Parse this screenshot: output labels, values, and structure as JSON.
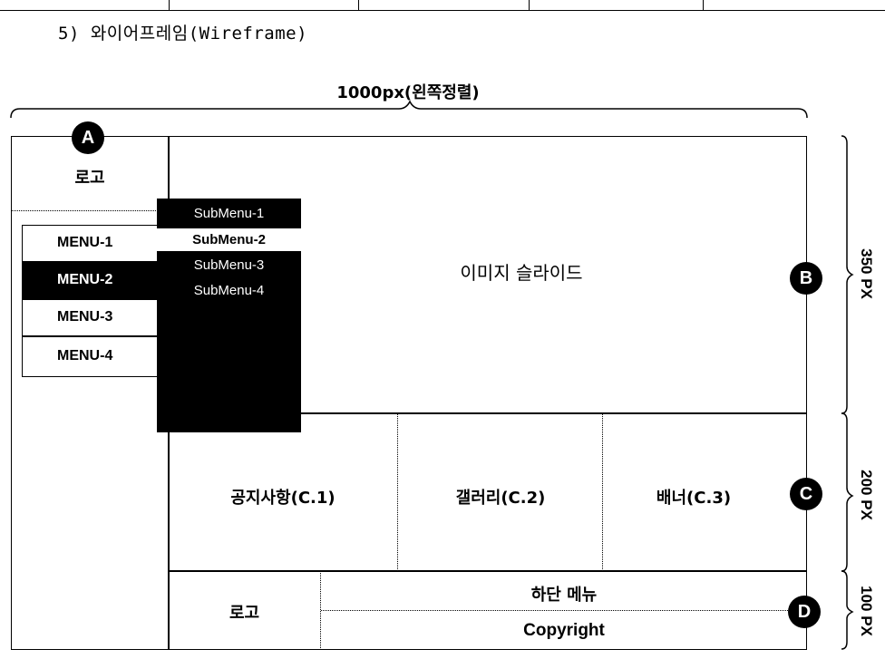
{
  "section_title": "5) 와이어프레임(Wireframe)",
  "width_label": "1000px(왼쪽정렬)",
  "left_column": {
    "logo": "로고",
    "marker": "A",
    "menu": [
      {
        "label": "MENU-1",
        "active": false
      },
      {
        "label": "MENU-2",
        "active": true
      },
      {
        "label": "MENU-3",
        "active": false
      },
      {
        "label": "MENU-4",
        "active": false
      }
    ],
    "submenu": [
      {
        "label": "SubMenu-1",
        "active": false
      },
      {
        "label": "SubMenu-2",
        "active": true
      },
      {
        "label": "SubMenu-3",
        "active": false
      },
      {
        "label": "SubMenu-4",
        "active": false
      }
    ]
  },
  "slide": {
    "label": "이미지 슬라이드",
    "marker": "B",
    "height_label": "350 PX"
  },
  "content": {
    "marker": "C",
    "height_label": "200 PX",
    "cells": [
      "공지사항(C.1)",
      "갤러리(C.2)",
      "배너(C.3)"
    ]
  },
  "footer": {
    "marker": "D",
    "height_label": "100 PX",
    "logo": "로고",
    "menu": "하단 메뉴",
    "copyright": "Copyright"
  },
  "colors": {
    "ink": "#000000",
    "paper": "#ffffff"
  }
}
